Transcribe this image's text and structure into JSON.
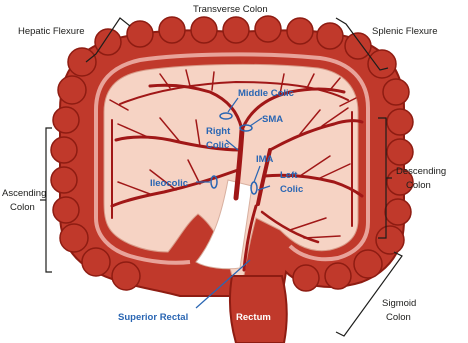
{
  "regions": {
    "transverse": "Transverse Colon",
    "hepatic": "Hepatic Flexure",
    "splenic": "Splenic Flexure",
    "ascending_1": "Ascending",
    "ascending_2": "Colon",
    "descending_1": "Descending",
    "descending_2": "Colon",
    "sigmoid_1": "Sigmoid",
    "sigmoid_2": "Colon"
  },
  "vessels": {
    "middle_colic": "Middle Colic",
    "sma": "SMA",
    "right_colic_1": "Right",
    "right_colic_2": "Colic",
    "ima": "IMA",
    "left_colic_1": "Left",
    "left_colic_2": "Colic",
    "ileocolic": "Ileocolic",
    "superior_rectal": "Superior Rectal",
    "rectum": "Rectum"
  },
  "colors": {
    "colon_outer": "#c0392b",
    "colon_inner": "#e8a39a",
    "mesentery": "#f6d3c4",
    "vessel": "#a01717",
    "label_blue": "#2a66b3"
  }
}
